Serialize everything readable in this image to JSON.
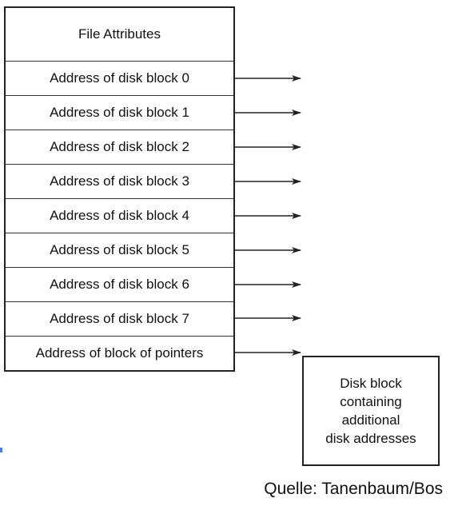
{
  "inode": {
    "attributes_label": "File Attributes",
    "rows": [
      {
        "label": "Address of disk block 0"
      },
      {
        "label": "Address of disk block 1"
      },
      {
        "label": "Address of disk block 2"
      },
      {
        "label": "Address of disk block 3"
      },
      {
        "label": "Address of disk block 4"
      },
      {
        "label": "Address of disk block 5"
      },
      {
        "label": "Address of disk block 6"
      },
      {
        "label": "Address of disk block 7"
      },
      {
        "label": "Address of block of pointers"
      }
    ]
  },
  "indirect_block": {
    "lines": [
      "Disk block",
      "containing",
      "additional",
      "disk addresses"
    ]
  },
  "source": "Quelle: Tanenbaum/Bos",
  "colors": {
    "stroke": "#222222",
    "text": "#111111",
    "edge_mark": "#4a7fd0"
  }
}
